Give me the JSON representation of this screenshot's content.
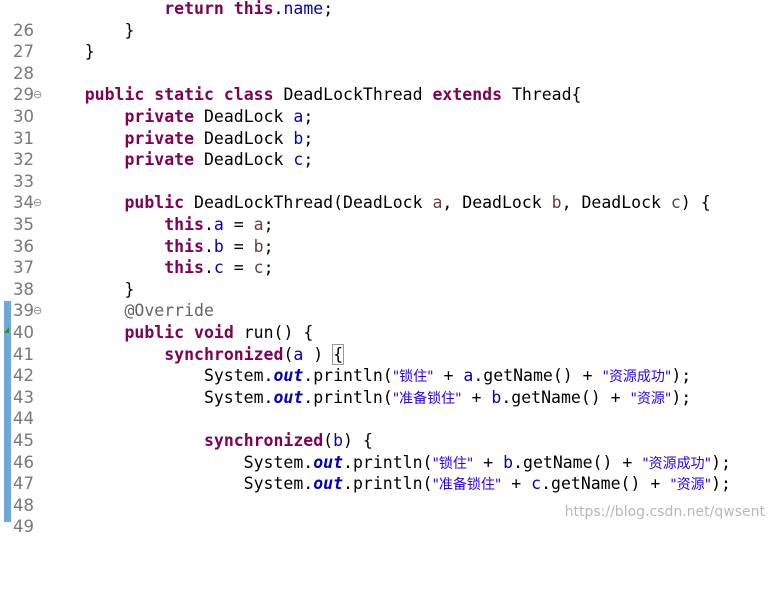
{
  "editor": {
    "lines": [
      {
        "no": "26",
        "fold": "",
        "segs": [
          [
            "",
            "            "
          ],
          [
            "kw",
            "return"
          ],
          [
            "",
            " "
          ],
          [
            "kw",
            "this"
          ],
          [
            "",
            "."
          ],
          [
            "fld",
            "name"
          ],
          [
            "",
            ";"
          ]
        ]
      },
      {
        "no": "27",
        "fold": "",
        "segs": [
          [
            "",
            "        }"
          ]
        ]
      },
      {
        "no": "28",
        "fold": "",
        "segs": [
          [
            "",
            "    }"
          ]
        ]
      },
      {
        "no": "29",
        "fold": "",
        "segs": []
      },
      {
        "no": "30",
        "fold": "⊖",
        "segs": [
          [
            "",
            "    "
          ],
          [
            "kw",
            "public"
          ],
          [
            "",
            " "
          ],
          [
            "kw",
            "static"
          ],
          [
            "",
            " "
          ],
          [
            "kw",
            "class"
          ],
          [
            "",
            " DeadLockThread "
          ],
          [
            "kw",
            "extends"
          ],
          [
            "",
            " Thread{"
          ]
        ]
      },
      {
        "no": "31",
        "fold": "",
        "segs": [
          [
            "",
            "        "
          ],
          [
            "kw",
            "private"
          ],
          [
            "",
            " DeadLock "
          ],
          [
            "fld",
            "a"
          ],
          [
            "",
            ";"
          ]
        ]
      },
      {
        "no": "32",
        "fold": "",
        "segs": [
          [
            "",
            "        "
          ],
          [
            "kw",
            "private"
          ],
          [
            "",
            " DeadLock "
          ],
          [
            "fld",
            "b"
          ],
          [
            "",
            ";"
          ]
        ]
      },
      {
        "no": "33",
        "fold": "",
        "segs": [
          [
            "",
            "        "
          ],
          [
            "kw",
            "private"
          ],
          [
            "",
            " DeadLock "
          ],
          [
            "fld",
            "c"
          ],
          [
            "",
            ";"
          ]
        ]
      },
      {
        "no": "34",
        "fold": "",
        "segs": []
      },
      {
        "no": "35",
        "fold": "⊖",
        "segs": [
          [
            "",
            "        "
          ],
          [
            "kw",
            "public"
          ],
          [
            "",
            " DeadLockThread(DeadLock "
          ],
          [
            "par",
            "a"
          ],
          [
            "",
            ", DeadLock "
          ],
          [
            "par",
            "b"
          ],
          [
            "",
            ", DeadLock "
          ],
          [
            "par",
            "c"
          ],
          [
            "",
            ") {"
          ]
        ]
      },
      {
        "no": "36",
        "fold": "",
        "segs": [
          [
            "",
            "            "
          ],
          [
            "kw",
            "this"
          ],
          [
            "",
            "."
          ],
          [
            "fld",
            "a"
          ],
          [
            "",
            " = "
          ],
          [
            "par",
            "a"
          ],
          [
            "",
            ";"
          ]
        ]
      },
      {
        "no": "37",
        "fold": "",
        "segs": [
          [
            "",
            "            "
          ],
          [
            "kw",
            "this"
          ],
          [
            "",
            "."
          ],
          [
            "fld",
            "b"
          ],
          [
            "",
            " = "
          ],
          [
            "par",
            "b"
          ],
          [
            "",
            ";"
          ]
        ]
      },
      {
        "no": "38",
        "fold": "",
        "segs": [
          [
            "",
            "            "
          ],
          [
            "kw",
            "this"
          ],
          [
            "",
            "."
          ],
          [
            "fld",
            "c"
          ],
          [
            "",
            " = "
          ],
          [
            "par",
            "c"
          ],
          [
            "",
            ";"
          ]
        ]
      },
      {
        "no": "39",
        "fold": "",
        "segs": [
          [
            "",
            "        }"
          ]
        ]
      },
      {
        "no": "40",
        "fold": "⊖",
        "segs": [
          [
            "",
            "        "
          ],
          [
            "ann",
            "@Override"
          ]
        ]
      },
      {
        "no": "41",
        "fold": "",
        "segs": [
          [
            "",
            "        "
          ],
          [
            "kw",
            "public"
          ],
          [
            "",
            " "
          ],
          [
            "kw",
            "void"
          ],
          [
            "",
            " run() {"
          ]
        ]
      },
      {
        "no": "42",
        "fold": "",
        "segs": [
          [
            "",
            "            "
          ],
          [
            "kw",
            "synchronized"
          ],
          [
            "",
            "("
          ],
          [
            "fld",
            "a"
          ],
          [
            "",
            " ) "
          ],
          [
            "brk",
            "{"
          ]
        ]
      },
      {
        "no": "43",
        "fold": "",
        "segs": [
          [
            "",
            "                System."
          ],
          [
            "stat",
            "out"
          ],
          [
            "",
            ".println("
          ],
          [
            "str",
            "\"锁住\""
          ],
          [
            "",
            " + "
          ],
          [
            "fld",
            "a"
          ],
          [
            "",
            ".getName() + "
          ],
          [
            "str",
            "\"资源成功\""
          ],
          [
            "",
            ");"
          ]
        ]
      },
      {
        "no": "44",
        "fold": "",
        "segs": [
          [
            "",
            "                System."
          ],
          [
            "stat",
            "out"
          ],
          [
            "",
            ".println("
          ],
          [
            "str",
            "\"准备锁住\""
          ],
          [
            "",
            " + "
          ],
          [
            "fld",
            "b"
          ],
          [
            "",
            ".getName() + "
          ],
          [
            "str",
            "\"资源\""
          ],
          [
            "",
            ");"
          ]
        ]
      },
      {
        "no": "45",
        "fold": "",
        "segs": []
      },
      {
        "no": "46",
        "fold": "",
        "segs": [
          [
            "",
            "                "
          ],
          [
            "kw",
            "synchronized"
          ],
          [
            "",
            "("
          ],
          [
            "fld",
            "b"
          ],
          [
            "",
            ") {"
          ]
        ]
      },
      {
        "no": "47",
        "fold": "",
        "segs": [
          [
            "",
            "                    System."
          ],
          [
            "stat",
            "out"
          ],
          [
            "",
            ".println("
          ],
          [
            "str",
            "\"锁住\""
          ],
          [
            "",
            " + "
          ],
          [
            "fld",
            "b"
          ],
          [
            "",
            ".getName() + "
          ],
          [
            "str",
            "\"资源成功\""
          ],
          [
            "",
            ");"
          ]
        ]
      },
      {
        "no": "48",
        "fold": "",
        "segs": [
          [
            "",
            "                    System."
          ],
          [
            "stat",
            "out"
          ],
          [
            "",
            ".println("
          ],
          [
            "str",
            "\"准备锁住\""
          ],
          [
            "",
            " + "
          ],
          [
            "fld",
            "c"
          ],
          [
            "",
            ".getName() + "
          ],
          [
            "str",
            "\"资源\""
          ],
          [
            "",
            ");"
          ]
        ]
      },
      {
        "no": "49",
        "fold": "",
        "segs": []
      }
    ]
  },
  "watermark": "https://blog.csdn.net/qwsent"
}
